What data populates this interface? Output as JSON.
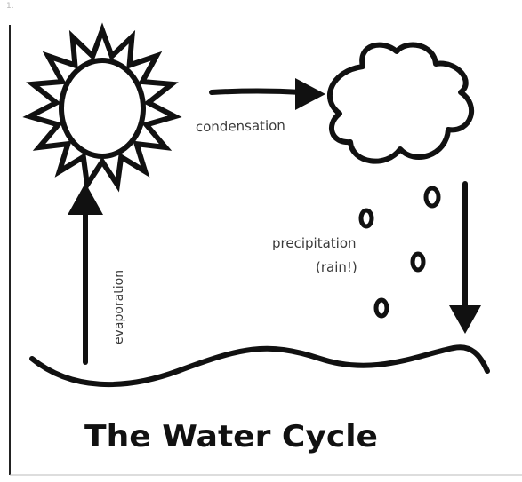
{
  "page": {
    "corner_mark": "1."
  },
  "diagram": {
    "labels": {
      "condensation": "condensation",
      "evaporation": "evaporation",
      "precipitation": "precipitation",
      "rain": "(rain!)"
    },
    "title": "The Water Cycle",
    "nodes": [
      "sun",
      "cloud",
      "rain drops",
      "water"
    ],
    "edges": [
      {
        "from": "sun",
        "to": "cloud",
        "label": "condensation"
      },
      {
        "from": "cloud",
        "to": "water",
        "label": "precipitation (rain!)"
      },
      {
        "from": "water",
        "to": "sun",
        "label": "evaporation"
      }
    ],
    "colors": {
      "ink": "#111111",
      "label_ink": "#3a3a3a",
      "background": "#ffffff"
    }
  }
}
